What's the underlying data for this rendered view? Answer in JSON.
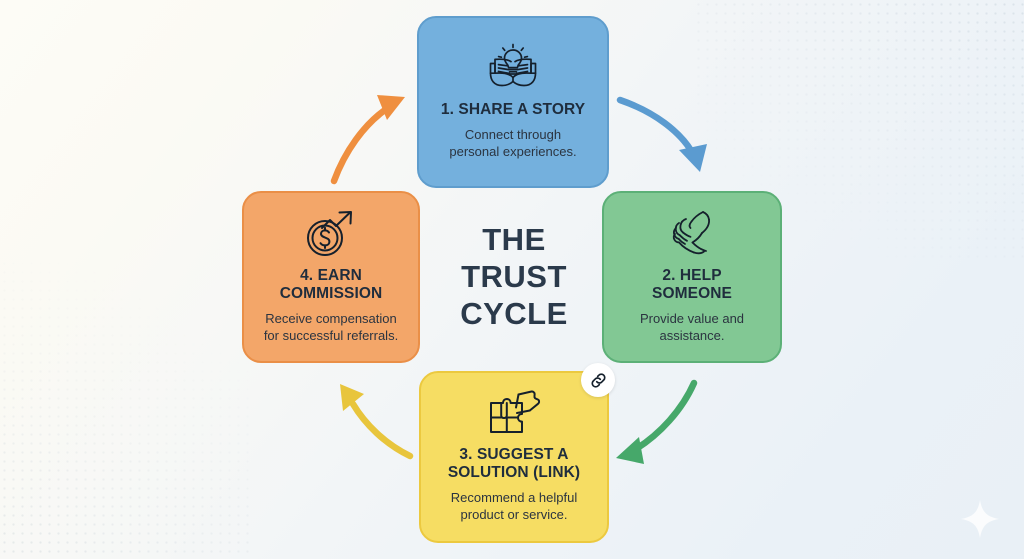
{
  "diagram": {
    "center_title": "THE\nTRUST\nCYCLE",
    "background_colors": {
      "warm": "#fdfcf6",
      "cool": "#e9f0f6"
    },
    "steps": [
      {
        "number": "1",
        "title": "1. SHARE A STORY",
        "description": "Connect through\npersonal experiences.",
        "color": "#74b0dd",
        "border_color": "#5f9dcd",
        "icon": "book-lightbulb-icon",
        "position": "top"
      },
      {
        "number": "2",
        "title": "2. HELP\nSOMEONE",
        "description": "Provide value and\nassistance.",
        "color": "#82c894",
        "border_color": "#5cb077",
        "icon": "helping-hands-icon",
        "position": "right"
      },
      {
        "number": "3",
        "title": "3. SUGGEST A\nSOLUTION (LINK)",
        "description": "Recommend a helpful\nproduct or service.",
        "color": "#f6dd63",
        "border_color": "#ecc93f",
        "icon": "puzzle-pieces-icon",
        "badge_icon": "chain-link-icon",
        "position": "bottom"
      },
      {
        "number": "4",
        "title": "4. EARN\nCOMMISSION",
        "description": "Receive compensation\nfor successful referrals.",
        "color": "#f3a669",
        "border_color": "#ea8f47",
        "icon": "coin-growth-arrow-icon",
        "position": "left"
      }
    ],
    "arrows": [
      {
        "name": "arrow-step1-to-step2",
        "color": "#5b9bd0",
        "from": "1",
        "to": "2"
      },
      {
        "name": "arrow-step2-to-step3",
        "color": "#46a86a",
        "from": "2",
        "to": "3"
      },
      {
        "name": "arrow-step3-to-step4",
        "color": "#e8c53c",
        "from": "3",
        "to": "4"
      },
      {
        "name": "arrow-step4-to-step1",
        "color": "#ef8f3f",
        "from": "4",
        "to": "1"
      }
    ],
    "decorations": {
      "sparkle": "four-point-star-sparkle"
    }
  }
}
